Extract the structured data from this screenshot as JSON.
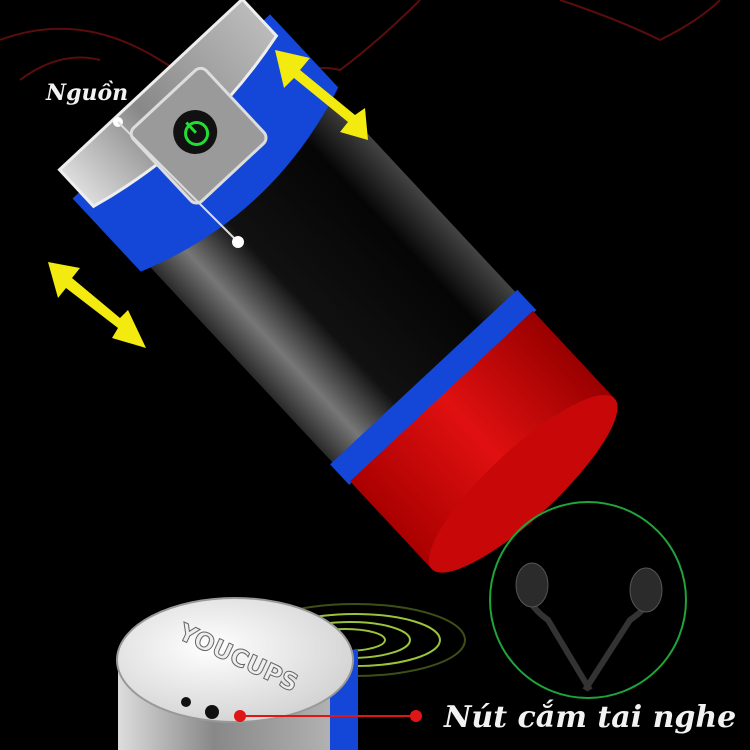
{
  "labels": {
    "power": "Nguồn",
    "headphone_jack": "Nút cắm tai nghe"
  },
  "brand": {
    "logo_text": "YOUCUPS"
  },
  "colors": {
    "background": "#000000",
    "body_blue": "#1447d8",
    "cap_red": "#d80a0a",
    "arrow_yellow": "#f3ea10",
    "power_icon_green": "#22dd33",
    "callout_red": "#e01515",
    "ring_green": "#9bc43a"
  }
}
